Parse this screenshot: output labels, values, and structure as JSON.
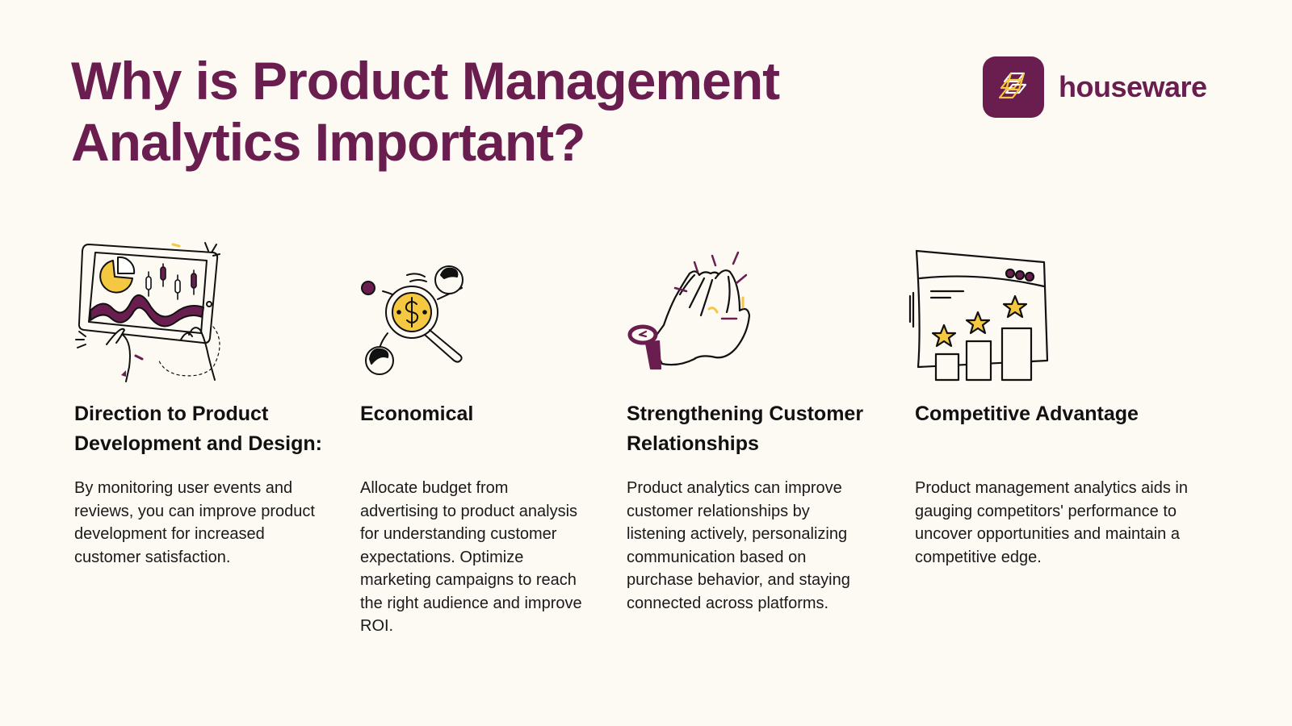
{
  "header": {
    "title_lines": [
      "Why is Product Management",
      "Analytics Important?"
    ]
  },
  "brand": {
    "name": "houseware",
    "logo_icon": "stacked-layers-icon",
    "primary_color": "#6a1e4f",
    "accent_color": "#f5c842",
    "background_color": "#fdf9f3"
  },
  "sections": [
    {
      "icon": "tablet-analytics-icon",
      "heading_lines": [
        "Direction to Product",
        "Development and Design:"
      ],
      "body": "By monitoring user events and reviews, you can improve product development for increased customer satisfaction."
    },
    {
      "icon": "magnifier-dollar-icon",
      "heading_lines": [
        "Economical"
      ],
      "body": "Allocate budget from advertising to product analysis for understanding customer expectations. Optimize marketing campaigns to reach the right audience and improve ROI."
    },
    {
      "icon": "high-five-icon",
      "heading_lines": [
        "Strengthening Customer",
        "Relationships"
      ],
      "body": "Product analytics can improve customer relationships by listening actively, personalizing communication based on purchase behavior, and staying connected across platforms."
    },
    {
      "icon": "rating-chart-browser-icon",
      "heading_lines": [
        "Competitive Advantage"
      ],
      "body": "Product management analytics aids in gauging competitors' performance to uncover opportunities and maintain a competitive edge."
    }
  ]
}
